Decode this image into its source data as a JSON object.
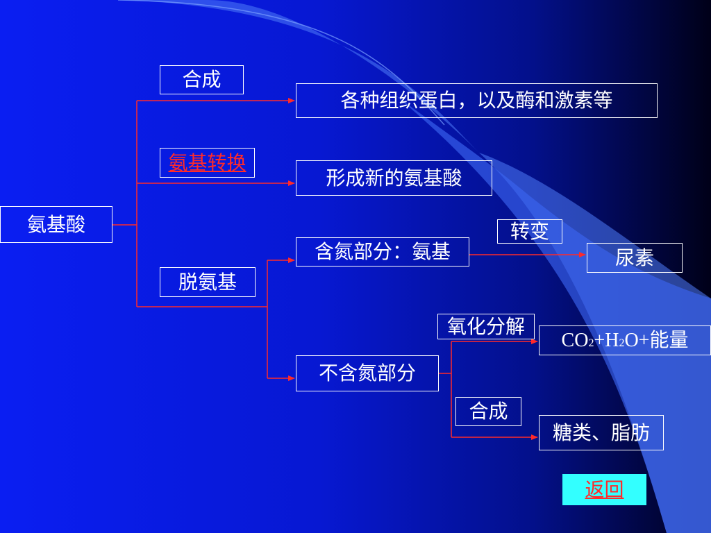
{
  "colors": {
    "line": "#ff2a2a",
    "box_border": "#ffffff",
    "text": "#ffffff",
    "link": "#ff2a2a",
    "return_bg": "#33ffff"
  },
  "nodes": {
    "amino_acid": "氨基酸",
    "synthesis_label": "合成",
    "tissue_protein": "各种组织蛋白，以及酶和激素等",
    "transamination": "氨基转换",
    "new_amino_acid": "形成新的氨基酸",
    "deamination": "脱氨基",
    "nitrogen_part": "含氮部分：氨基",
    "convert_label": "转变",
    "urea": "尿素",
    "non_nitrogen_part": "不含氮部分",
    "oxidation_label": "氧化分解",
    "products": {
      "co": "CO",
      "sub2a": "2",
      "plus_h": "+H",
      "sub2b": "2",
      "rest": "O+能量"
    },
    "synthesis_label_2": "合成",
    "sugar_fat": "糖类、脂肪",
    "return": "返回"
  }
}
